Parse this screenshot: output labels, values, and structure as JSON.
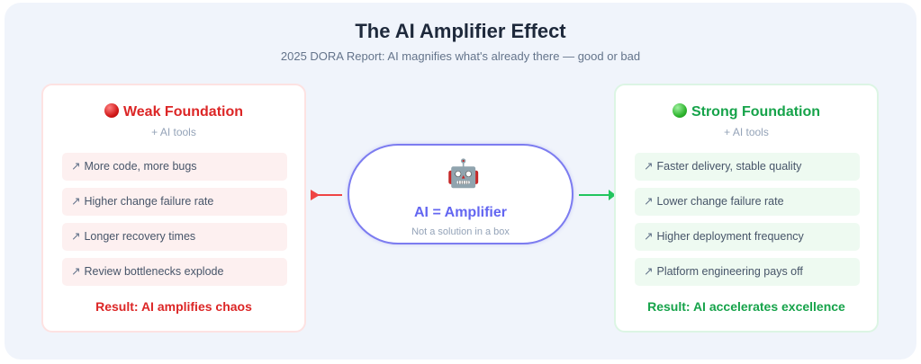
{
  "title": "The AI Amplifier Effect",
  "subtitle": "2025 DORA Report: AI magnifies what's already there — good or bad",
  "weak": {
    "heading": "Weak Foundation",
    "sub": "+ AI tools",
    "items": [
      "More code, more bugs",
      "Higher change failure rate",
      "Longer recovery times",
      "Review bottlenecks explode"
    ],
    "result": "Result: AI amplifies chaos"
  },
  "center": {
    "icon": "🤖",
    "title": "AI = Amplifier",
    "sub": "Not a solution in a box"
  },
  "strong": {
    "heading": "Strong Foundation",
    "sub": "+ AI tools",
    "items": [
      "Faster delivery, stable quality",
      "Lower change failure rate",
      "Higher deployment frequency",
      "Platform engineering pays off"
    ],
    "result": "Result: AI accelerates excellence"
  },
  "arrow_glyph": "↗",
  "colors": {
    "weak": "#dc2626",
    "strong": "#16a34a",
    "amplifier": "#6366f1"
  }
}
